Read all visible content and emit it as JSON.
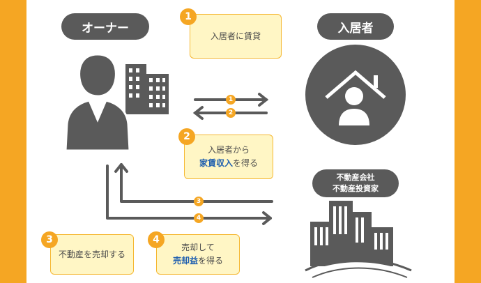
{
  "colors": {
    "frame": "#F5A623",
    "dark": "#5A5A5A",
    "box_fill": "#FFF6C5",
    "box_border": "#F5B731",
    "highlight_text": "#1F5FAF"
  },
  "labels": {
    "owner": "オーナー",
    "tenant": "入居者",
    "company_line1": "不動産会社",
    "company_line2": "不動産投資家"
  },
  "steps": [
    {
      "num": "1",
      "text": "入居者に賃貸"
    },
    {
      "num": "2",
      "line1": "入居者から",
      "highlight": "家賃収入",
      "suffix": "を得る"
    },
    {
      "num": "3",
      "text": "不動産を売却する"
    },
    {
      "num": "4",
      "line1": "売却して",
      "highlight": "売却益",
      "suffix": "を得る"
    }
  ],
  "arrow_badges": [
    "1",
    "2",
    "3",
    "4"
  ],
  "icons": {
    "owner": "businessman-with-buildings-icon",
    "tenant": "person-in-house-icon",
    "company": "city-buildings-icon"
  }
}
